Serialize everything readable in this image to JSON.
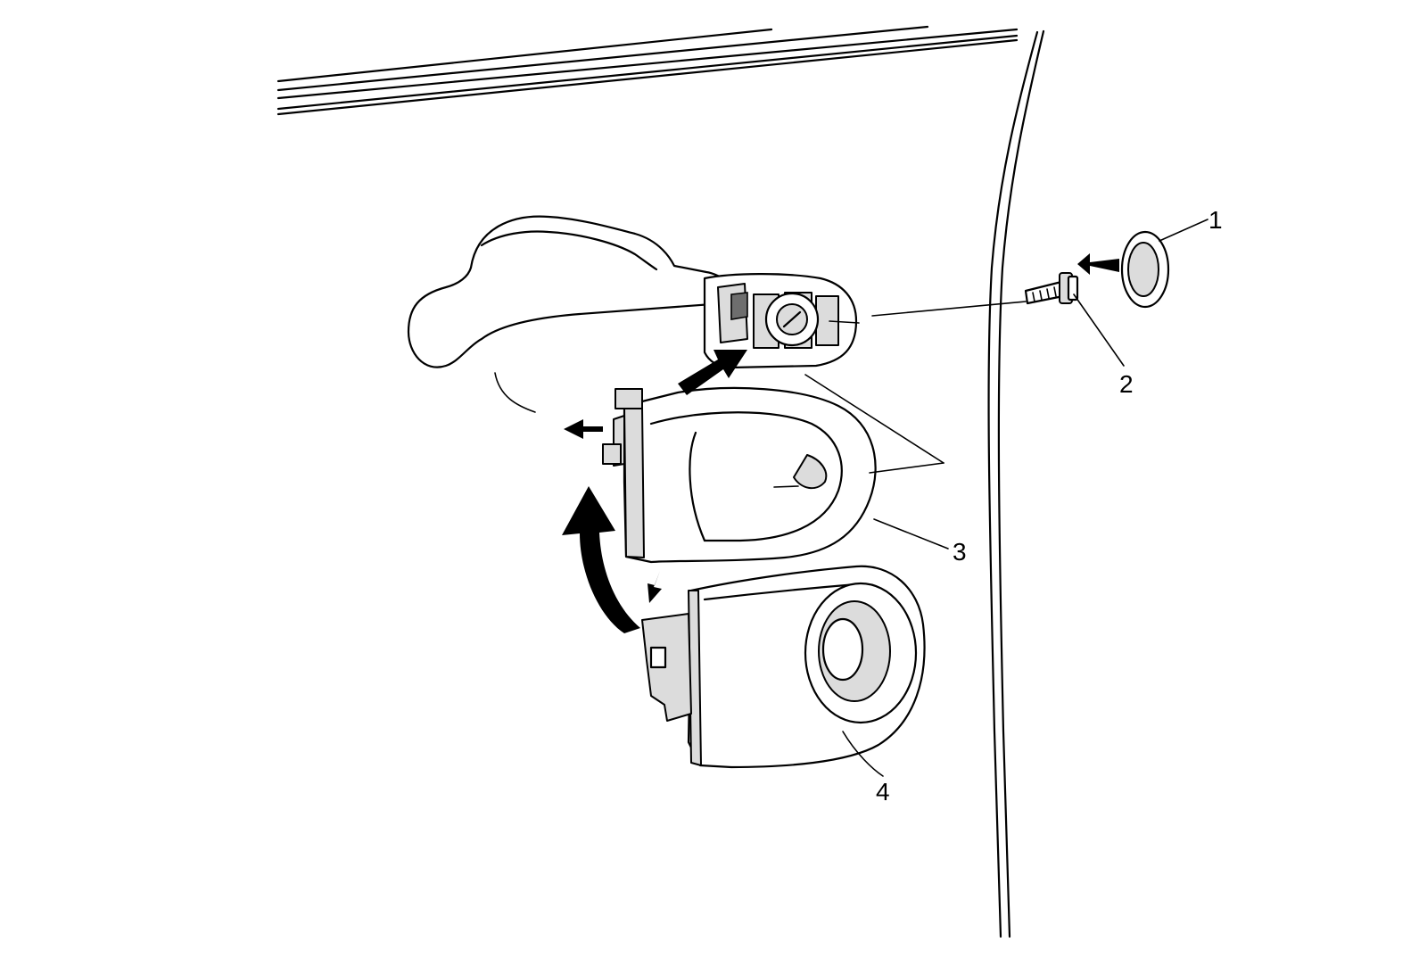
{
  "callouts": [
    {
      "id": "1",
      "label": "1"
    },
    {
      "id": "2",
      "label": "2"
    },
    {
      "id": "3",
      "label": "3"
    },
    {
      "id": "4",
      "label": "4"
    }
  ],
  "parts": [
    "plug",
    "bolt",
    "handle-bezel",
    "lock-cylinder-cap"
  ],
  "colors": {
    "line": "#000000",
    "background": "#ffffff",
    "fill": "#dcdcdc"
  }
}
